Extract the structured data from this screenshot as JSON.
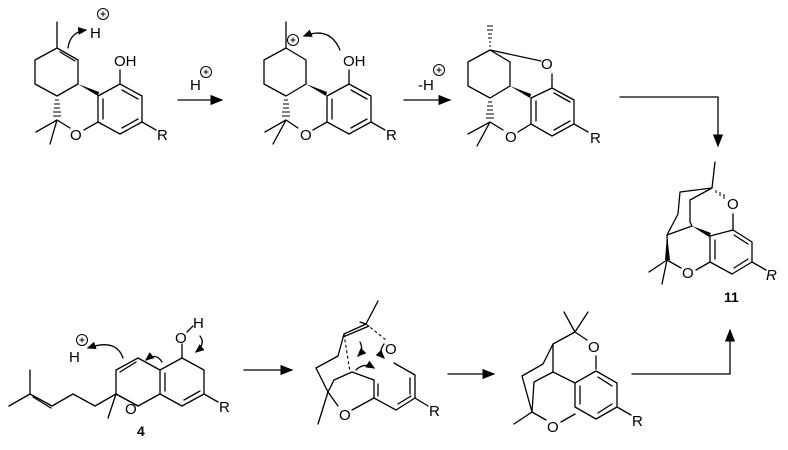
{
  "scheme": {
    "top_row": {
      "step1_reagent": "H",
      "step1_charge": "+",
      "step2_reagent": "-H",
      "step2_charge": "+",
      "proton_label": "H",
      "atoms": {
        "oh": "OH",
        "o": "O",
        "r": "R"
      }
    },
    "bottom_row": {
      "compound_label": "4",
      "proton_label": "H",
      "o": "O",
      "h": "H",
      "r": "R"
    },
    "product": {
      "compound_label": "11",
      "o": "O",
      "r": "R"
    }
  }
}
